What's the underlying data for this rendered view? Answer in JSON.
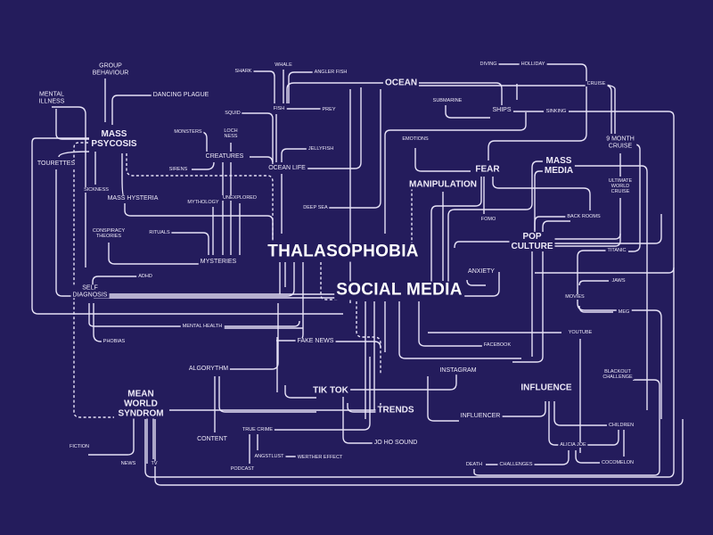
{
  "diagram": {
    "title": "Thalasophobia & Social Media mind map",
    "colors": {
      "background": "#241c5c",
      "line": "#e6e2f6",
      "text": "#eeeaf8"
    },
    "nodes": [
      {
        "id": "thalasophobia",
        "label": "THALASOPHOBIA",
        "size": "lg"
      },
      {
        "id": "social_media",
        "label": "SOCIAL MEDIA",
        "size": "lg"
      },
      {
        "id": "ocean",
        "label": "OCEAN",
        "size": "md"
      },
      {
        "id": "mass_psycosis",
        "label": "MASS\nPSYCOSIS",
        "size": "md"
      },
      {
        "id": "fear",
        "label": "FEAR",
        "size": "md"
      },
      {
        "id": "manipulation",
        "label": "MANIPULATION",
        "size": "md"
      },
      {
        "id": "mass_media",
        "label": "MASS\nMEDIA",
        "size": "md"
      },
      {
        "id": "pop_culture",
        "label": "POP\nCULTURE",
        "size": "md"
      },
      {
        "id": "tik_tok",
        "label": "TIK TOK",
        "size": "md"
      },
      {
        "id": "trends",
        "label": "TRENDS",
        "size": "md"
      },
      {
        "id": "influence",
        "label": "INFLUENCE",
        "size": "md"
      },
      {
        "id": "mean_world",
        "label": "MEAN\nWORLD\nSYNDROM",
        "size": "md"
      },
      {
        "id": "group_behaviour",
        "label": "GROUP\nBEHAVIOUR",
        "size": "sm"
      },
      {
        "id": "mental_illness",
        "label": "MENTAL\nILLNESS",
        "size": "sm"
      },
      {
        "id": "dancing_plague",
        "label": "DANCING PLAGUE",
        "size": "sm"
      },
      {
        "id": "tourettes",
        "label": "TOURETTES",
        "size": "sm"
      },
      {
        "id": "sickness",
        "label": "SICKNESS",
        "size": "xs"
      },
      {
        "id": "mass_hysteria",
        "label": "MASS HYSTERIA",
        "size": "sm"
      },
      {
        "id": "conspiracy",
        "label": "CONSPIRACY\nTHEORIES",
        "size": "xs"
      },
      {
        "id": "rituals",
        "label": "RITUALS",
        "size": "xs"
      },
      {
        "id": "mythology",
        "label": "MYTHOLOGY",
        "size": "xs"
      },
      {
        "id": "unexplored",
        "label": "UNEXPLORED",
        "size": "xs"
      },
      {
        "id": "mysteries",
        "label": "MYSTERIES",
        "size": "sm"
      },
      {
        "id": "monsters",
        "label": "MONSTERS",
        "size": "xs"
      },
      {
        "id": "loch_ness",
        "label": "LOCH\nNESS",
        "size": "xs"
      },
      {
        "id": "sirens",
        "label": "SIRENS",
        "size": "xs"
      },
      {
        "id": "creatures",
        "label": "CREATURES",
        "size": "sm"
      },
      {
        "id": "shark",
        "label": "SHARK",
        "size": "xs"
      },
      {
        "id": "whale",
        "label": "WHALE",
        "size": "xs"
      },
      {
        "id": "angler_fish",
        "label": "ANGLER FISH",
        "size": "xs"
      },
      {
        "id": "squid",
        "label": "SQUID",
        "size": "xs"
      },
      {
        "id": "fish",
        "label": "FISH",
        "size": "xs"
      },
      {
        "id": "prey",
        "label": "PREY",
        "size": "xs"
      },
      {
        "id": "jellyfish",
        "label": "JELLYFISH",
        "size": "xs"
      },
      {
        "id": "ocean_life",
        "label": "OCEAN LIFE",
        "size": "sm"
      },
      {
        "id": "deep_sea",
        "label": "DEEP SEA",
        "size": "xs"
      },
      {
        "id": "diving",
        "label": "DIVING",
        "size": "xs"
      },
      {
        "id": "holliday",
        "label": "HOLLIDAY",
        "size": "xs"
      },
      {
        "id": "cruise",
        "label": "CRUISE",
        "size": "xs"
      },
      {
        "id": "submarine",
        "label": "SUBMARINE",
        "size": "xs"
      },
      {
        "id": "ships",
        "label": "SHIPS",
        "size": "sm"
      },
      {
        "id": "sinking",
        "label": "SINKING",
        "size": "xs"
      },
      {
        "id": "nine_month",
        "label": "9 MONTH\nCRUISE",
        "size": "sm"
      },
      {
        "id": "ultimate",
        "label": "ULTIMATE\nWORLD\nCRUISE",
        "size": "xs"
      },
      {
        "id": "emotions",
        "label": "EMOTIONS",
        "size": "xs"
      },
      {
        "id": "fomo",
        "label": "FOMO",
        "size": "xs"
      },
      {
        "id": "back_rooms",
        "label": "BACK ROOMS",
        "size": "xs"
      },
      {
        "id": "titanic",
        "label": "TITANIC",
        "size": "xs"
      },
      {
        "id": "jaws",
        "label": "JAWS",
        "size": "xs"
      },
      {
        "id": "movies",
        "label": "MOVIES",
        "size": "xs"
      },
      {
        "id": "meg",
        "label": "MEG",
        "size": "xs"
      },
      {
        "id": "anxiety",
        "label": "ANXIETY",
        "size": "sm"
      },
      {
        "id": "adhd",
        "label": "ADHD",
        "size": "xs"
      },
      {
        "id": "self_diagnosis",
        "label": "SELF\nDIAGNOSIS",
        "size": "sm"
      },
      {
        "id": "phobias",
        "label": "PHOBIAS",
        "size": "xs"
      },
      {
        "id": "mental_health",
        "label": "MENTAL HEALTH",
        "size": "xs"
      },
      {
        "id": "fake_news",
        "label": "FAKE NEWS",
        "size": "sm"
      },
      {
        "id": "facebook",
        "label": "FACEBOOK",
        "size": "xs"
      },
      {
        "id": "youtube",
        "label": "YOUTUBE",
        "size": "xs"
      },
      {
        "id": "algorythm",
        "label": "ALGORYTHM",
        "size": "sm"
      },
      {
        "id": "content",
        "label": "CONTENT",
        "size": "sm"
      },
      {
        "id": "instagram",
        "label": "INSTAGRAM",
        "size": "sm"
      },
      {
        "id": "influencer",
        "label": "INFLUENCER",
        "size": "sm"
      },
      {
        "id": "jo_ho_sound",
        "label": "JO HO SOUND",
        "size": "sm"
      },
      {
        "id": "true_crime",
        "label": "TRUE CRIME",
        "size": "xs"
      },
      {
        "id": "angstlust",
        "label": "ANGSTLUST",
        "size": "xs"
      },
      {
        "id": "werther",
        "label": "WERTHER EFFECT",
        "size": "xs"
      },
      {
        "id": "podcast",
        "label": "PODCAST",
        "size": "xs"
      },
      {
        "id": "fiction",
        "label": "FICTION",
        "size": "xs"
      },
      {
        "id": "news",
        "label": "NEWS",
        "size": "xs"
      },
      {
        "id": "tv",
        "label": "TV",
        "size": "xs"
      },
      {
        "id": "blackout",
        "label": "BLACKOUT\nCHALLENGE",
        "size": "xs"
      },
      {
        "id": "children",
        "label": "CHILDREN",
        "size": "xs"
      },
      {
        "id": "alicia_joe",
        "label": "ALICIA JOE",
        "size": "xs"
      },
      {
        "id": "cocomelon",
        "label": "COCOMELON",
        "size": "xs"
      },
      {
        "id": "death",
        "label": "DEATH",
        "size": "xs"
      },
      {
        "id": "challenges",
        "label": "CHALLENGES",
        "size": "xs"
      }
    ]
  }
}
